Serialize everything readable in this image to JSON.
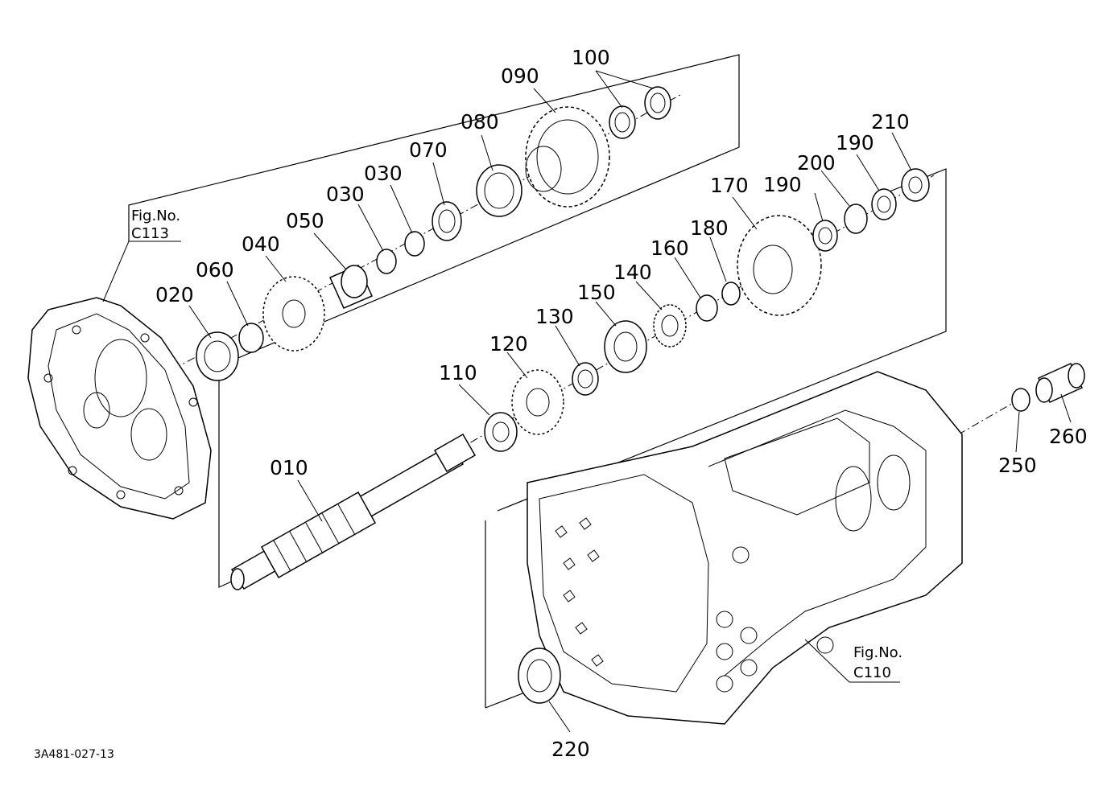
{
  "callouts": [
    {
      "id": "010",
      "label": "010"
    },
    {
      "id": "020",
      "label": "020"
    },
    {
      "id": "030a",
      "label": "030"
    },
    {
      "id": "030b",
      "label": "030"
    },
    {
      "id": "040",
      "label": "040"
    },
    {
      "id": "050",
      "label": "050"
    },
    {
      "id": "060",
      "label": "060"
    },
    {
      "id": "070",
      "label": "070"
    },
    {
      "id": "080",
      "label": "080"
    },
    {
      "id": "090",
      "label": "090"
    },
    {
      "id": "100",
      "label": "100"
    },
    {
      "id": "110",
      "label": "110"
    },
    {
      "id": "120",
      "label": "120"
    },
    {
      "id": "130",
      "label": "130"
    },
    {
      "id": "140",
      "label": "140"
    },
    {
      "id": "150",
      "label": "150"
    },
    {
      "id": "160",
      "label": "160"
    },
    {
      "id": "170",
      "label": "170"
    },
    {
      "id": "180",
      "label": "180"
    },
    {
      "id": "190a",
      "label": "190"
    },
    {
      "id": "190b",
      "label": "190"
    },
    {
      "id": "200",
      "label": "200"
    },
    {
      "id": "210",
      "label": "210"
    },
    {
      "id": "220",
      "label": "220"
    },
    {
      "id": "250",
      "label": "250"
    },
    {
      "id": "260",
      "label": "260"
    }
  ],
  "figure_refs": [
    {
      "line1": "Fig.No.",
      "line2": "C113"
    },
    {
      "line1": "Fig.No.",
      "line2": "C110"
    }
  ],
  "drawing_code": "3A481-027-13"
}
